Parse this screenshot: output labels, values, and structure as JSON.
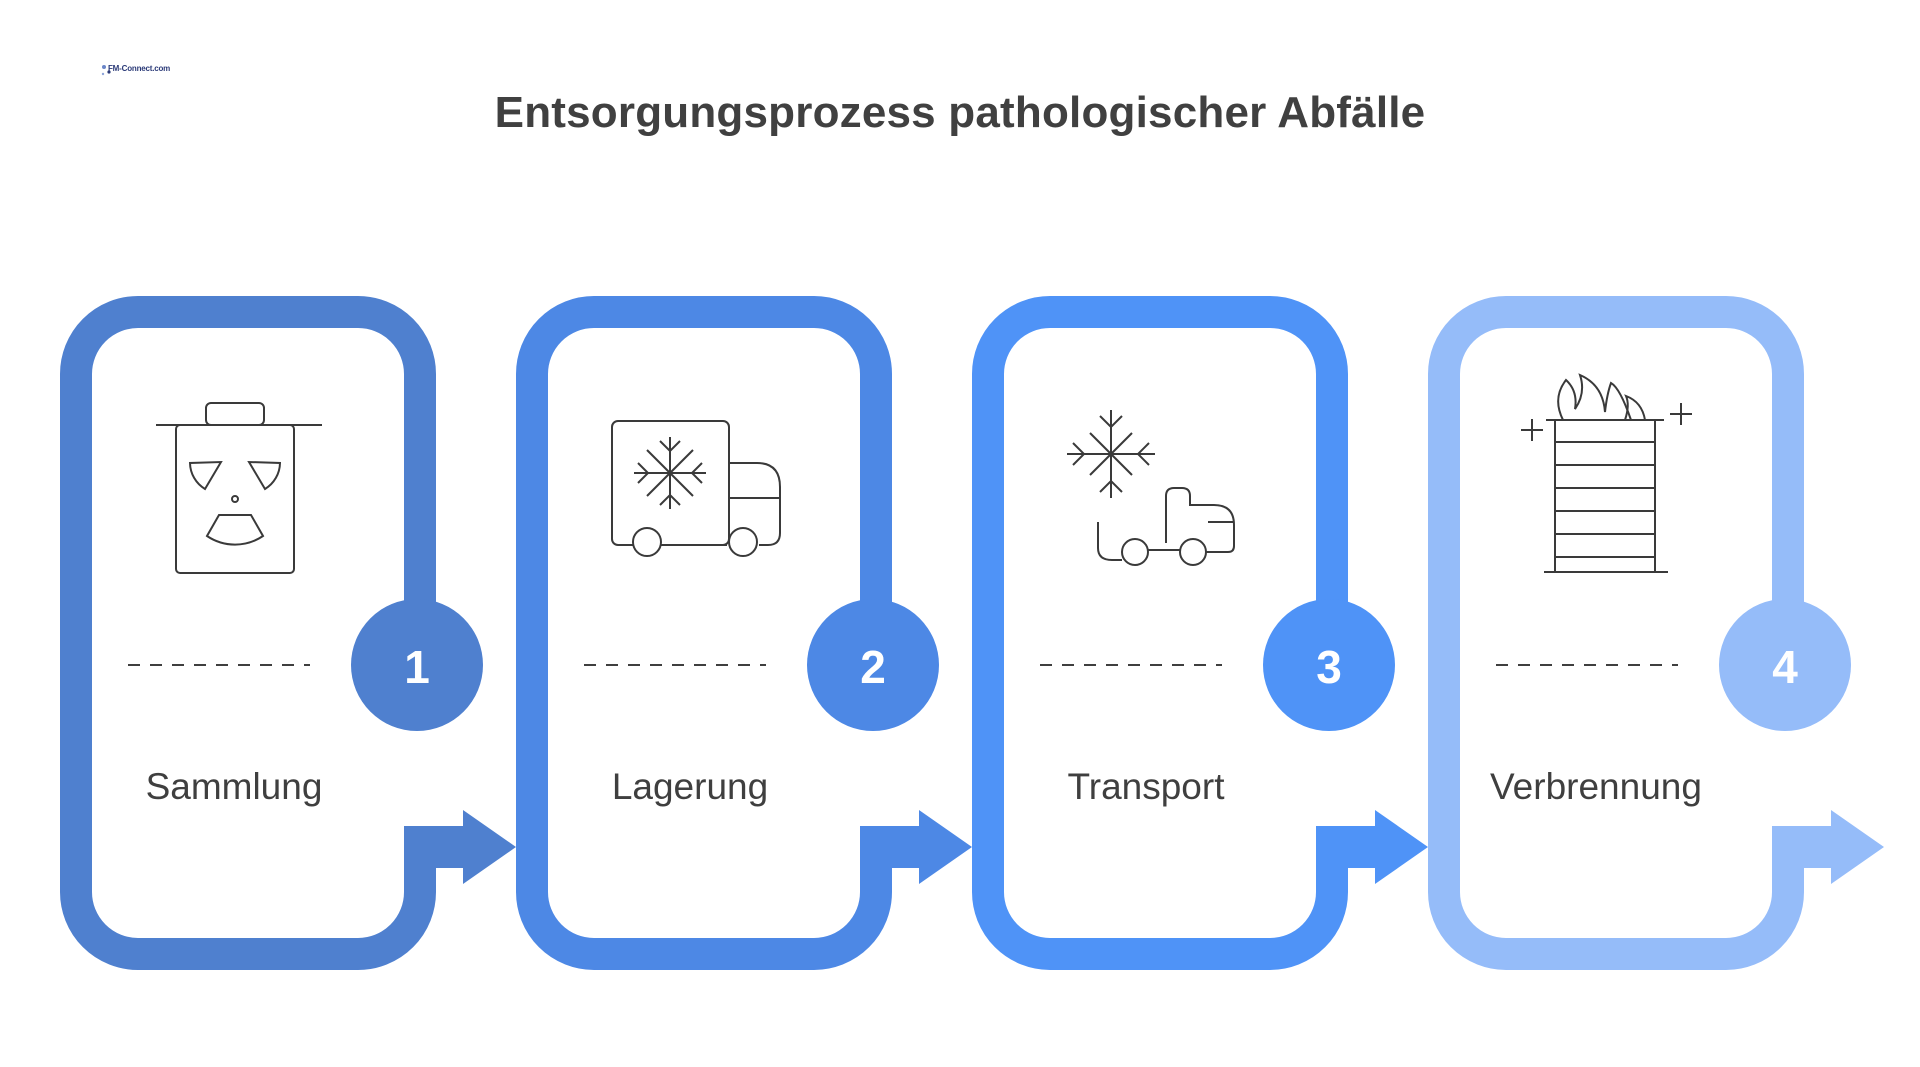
{
  "logo": {
    "text": "FM-Connect.com"
  },
  "title": "Entsorgungsprozess pathologischer Abfälle",
  "steps": [
    {
      "number": "1",
      "label": "Sammlung",
      "color": "#4f80cf",
      "icon": "radioactive-bin-icon"
    },
    {
      "number": "2",
      "label": "Lagerung",
      "color": "#4d88e5",
      "icon": "refrigerated-truck-icon"
    },
    {
      "number": "3",
      "label": "Transport",
      "color": "#4f93f7",
      "icon": "cold-transport-icon"
    },
    {
      "number": "4",
      "label": "Verbrennung",
      "color": "#95bcf9",
      "icon": "incinerator-icon"
    }
  ]
}
